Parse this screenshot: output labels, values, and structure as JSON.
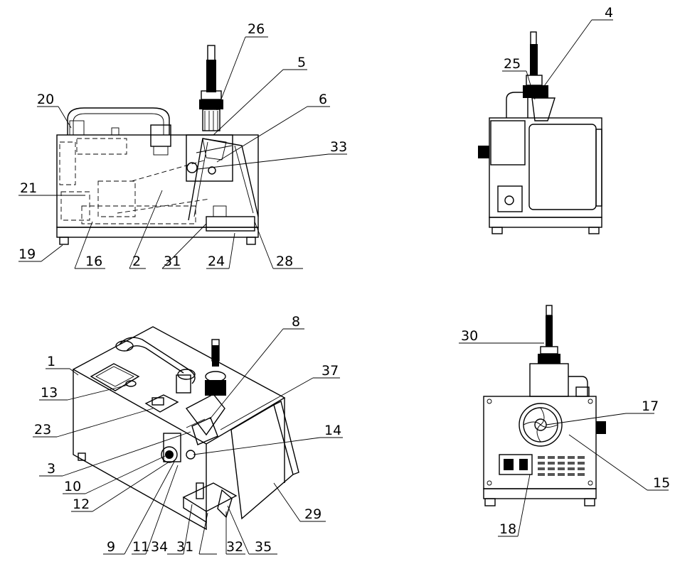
{
  "labels": {
    "front_view": [
      "26",
      "5",
      "6",
      "33",
      "20",
      "21",
      "19",
      "16",
      "2",
      "31",
      "24",
      "28"
    ],
    "side_view": [
      "4",
      "25"
    ],
    "perspective_view": [
      "8",
      "37",
      "1",
      "13",
      "23",
      "14",
      "3",
      "10",
      "12",
      "9",
      "11",
      "34",
      "31",
      "32",
      "35",
      "29"
    ],
    "rear_view": [
      "30",
      "17",
      "15",
      "18"
    ]
  }
}
